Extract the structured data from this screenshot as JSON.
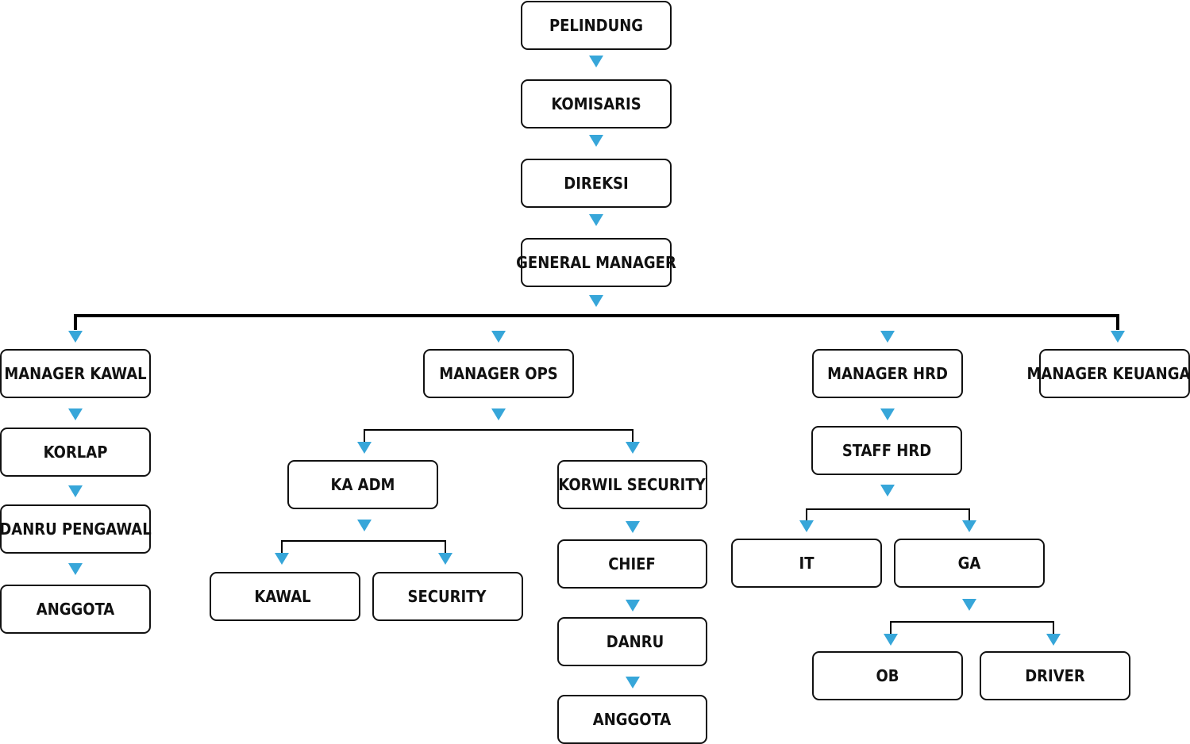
{
  "colors": {
    "arrow": "#37a6d9",
    "border": "#111111",
    "line": "#000000",
    "background": "#ffffff"
  },
  "nodes": {
    "pelindung": "PELINDUNG",
    "komisaris": "KOMISARIS",
    "direksi": "DIREKSI",
    "general_manager": "GENERAL MANAGER",
    "manager_kawal": "MANAGER KAWAL",
    "korlap": "KORLAP",
    "danru_pengawal": "DANRU PENGAWAL",
    "anggota_kawal": "ANGGOTA",
    "manager_ops": "MANAGER OPS",
    "ka_adm": "KA ADM",
    "kawal": "KAWAL",
    "security": "SECURITY",
    "korwil_security": "KORWIL SECURITY",
    "chief": "CHIEF",
    "danru": "DANRU",
    "anggota_ops": "ANGGOTA",
    "manager_hrd": "MANAGER HRD",
    "staff_hrd": "STAFF HRD",
    "it": "IT",
    "ga": "GA",
    "ob": "OB",
    "driver": "DRIVER",
    "manager_keuangan": "MANAGER KEUANGAN"
  }
}
